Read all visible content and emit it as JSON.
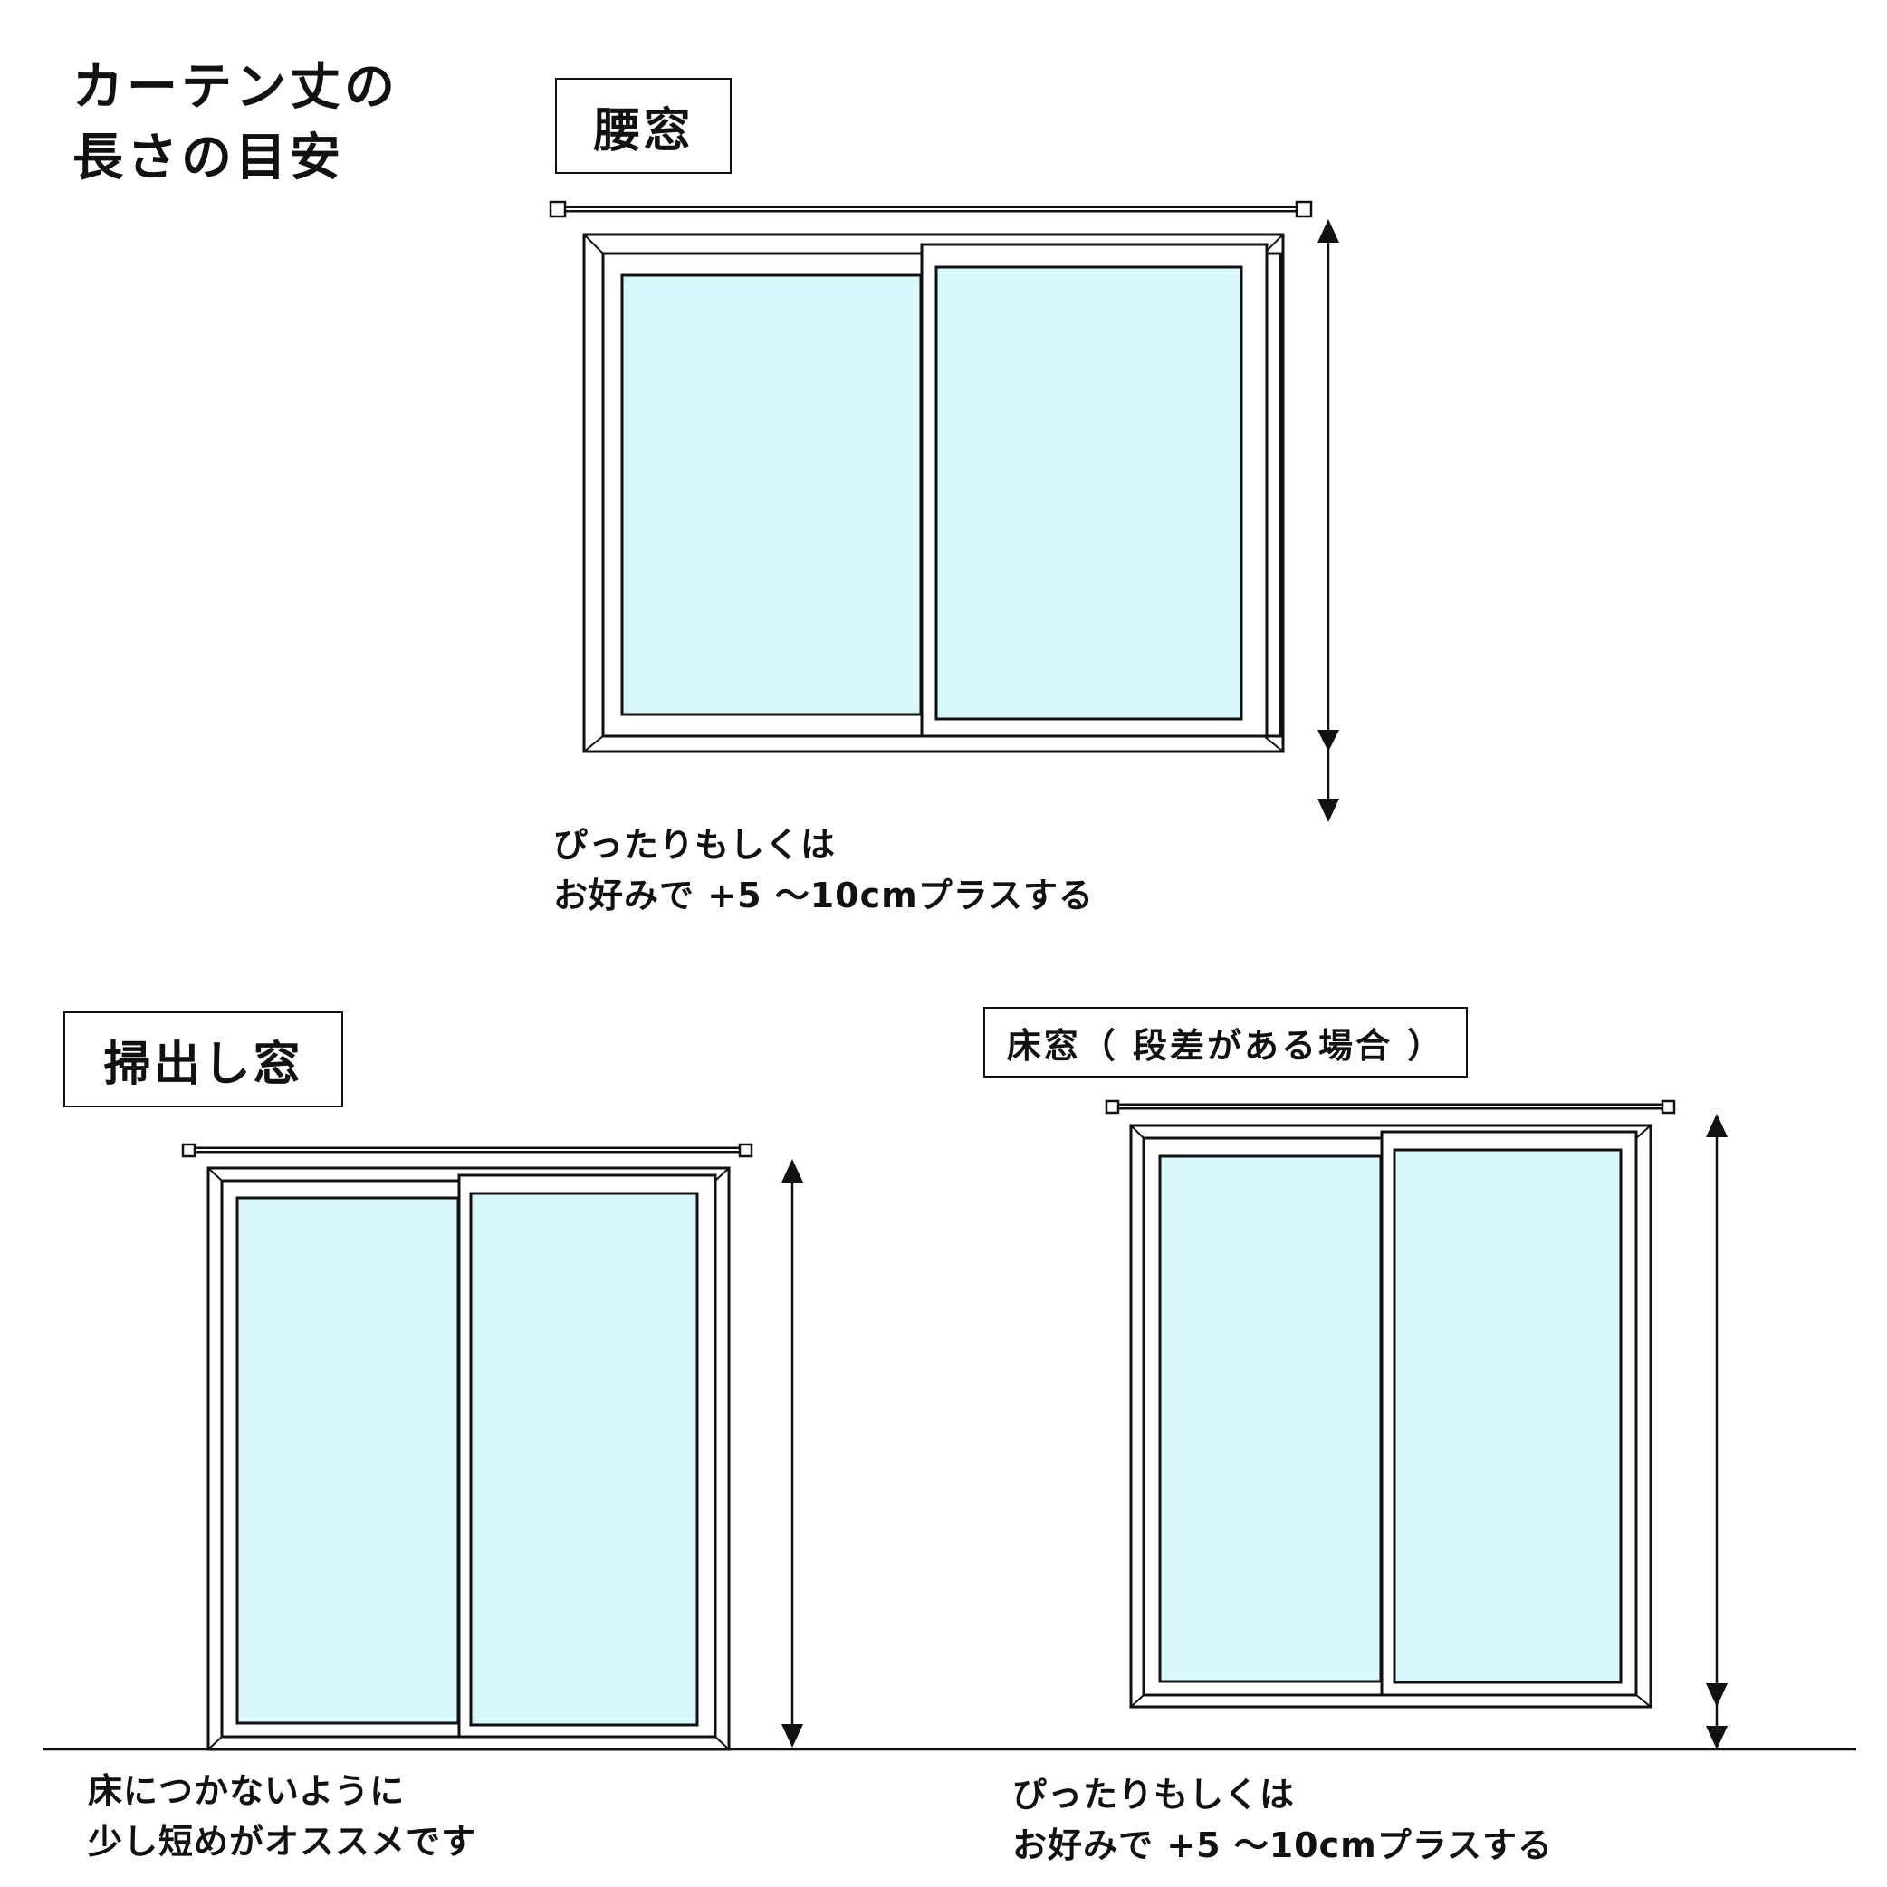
{
  "title": "カーテン丈の\n長さの目安",
  "sections": {
    "koshi": {
      "label": "腰窓",
      "note": "ぴったりもしくは\nお好みで +5 〜10cmプラスする"
    },
    "hakidashi": {
      "label": "掃出し窓",
      "note": "床につかないように\n少し短めがオススメです"
    },
    "yuka": {
      "label": "床窓（ 段差がある場合 ）",
      "note": "ぴったりもしくは\nお好みで +5 〜10cmプラスする"
    }
  },
  "colors": {
    "glass": "#d8f8fc",
    "line": "#111111",
    "background": "#ffffff"
  },
  "icons": [
    "curtain-rod-icon",
    "height-arrow-icon",
    "window-frame-icon"
  ]
}
